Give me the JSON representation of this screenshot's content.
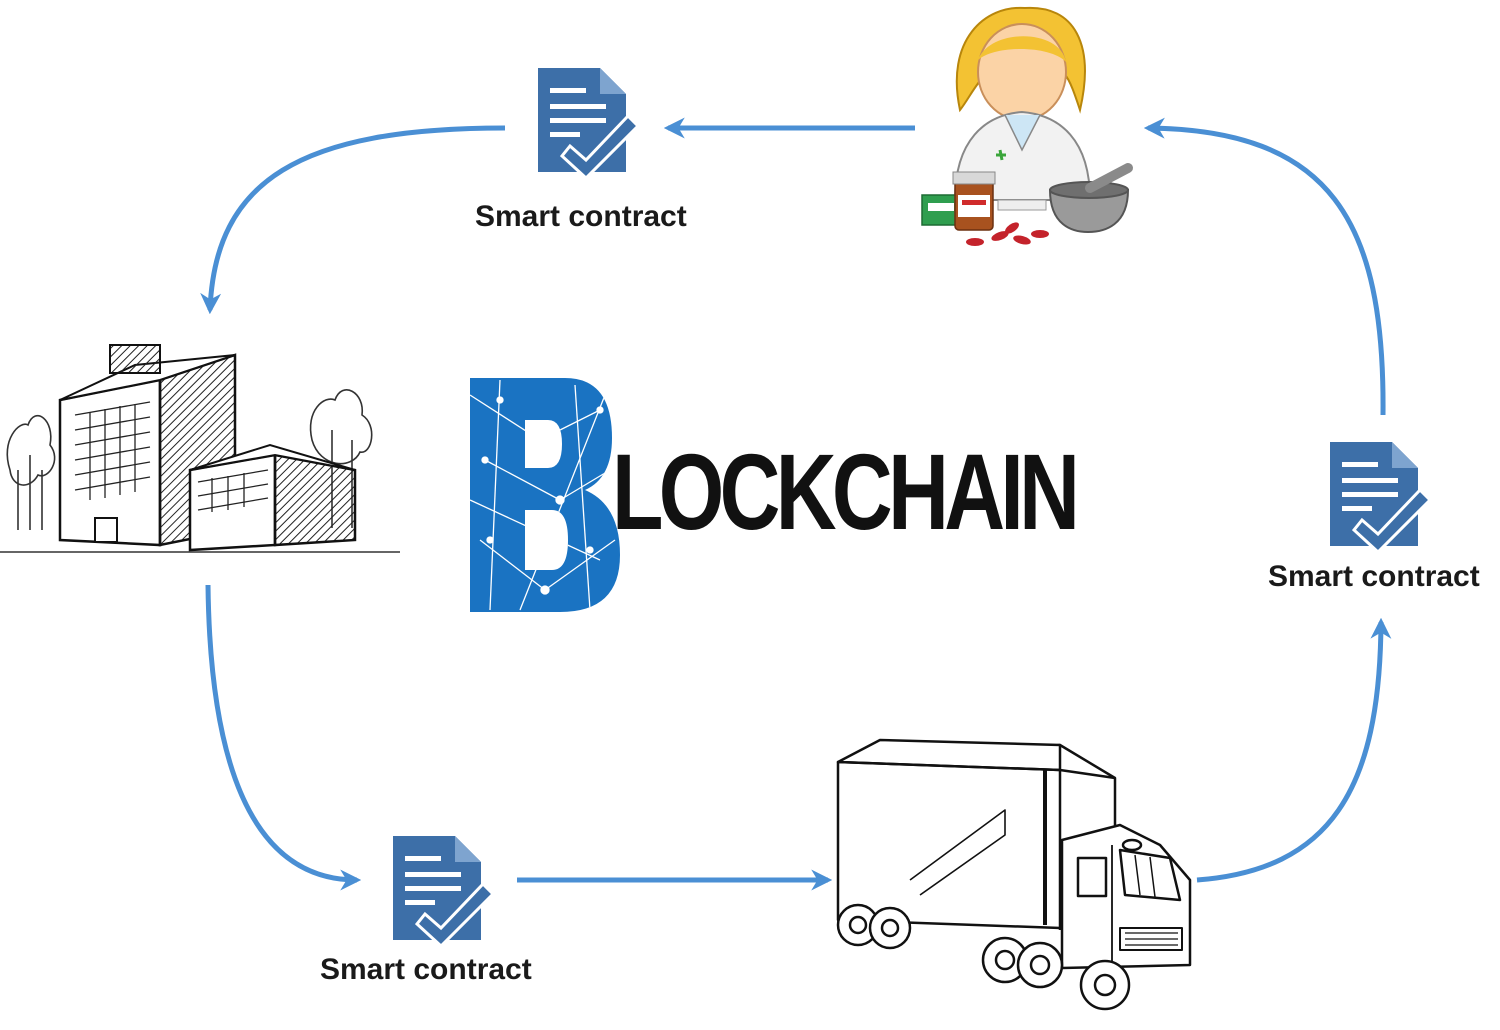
{
  "colors": {
    "arrow": "#4a8fd4",
    "doc": "#3d6fa8",
    "logo_blue": "#1a73c2",
    "logo_text": "#111111"
  },
  "logo": {
    "letter": "B",
    "rest": "LOCKCHAIN"
  },
  "nodes": {
    "factory": {
      "icon": "factory-icon"
    },
    "pharmacist": {
      "icon": "pharmacist-icon"
    },
    "truck": {
      "icon": "truck-icon"
    }
  },
  "contracts": {
    "top": {
      "label": "Smart contract",
      "icon": "document-check-icon"
    },
    "right": {
      "label": "Smart contract",
      "icon": "document-check-icon"
    },
    "bottom": {
      "label": "Smart contract",
      "icon": "document-check-icon"
    }
  }
}
